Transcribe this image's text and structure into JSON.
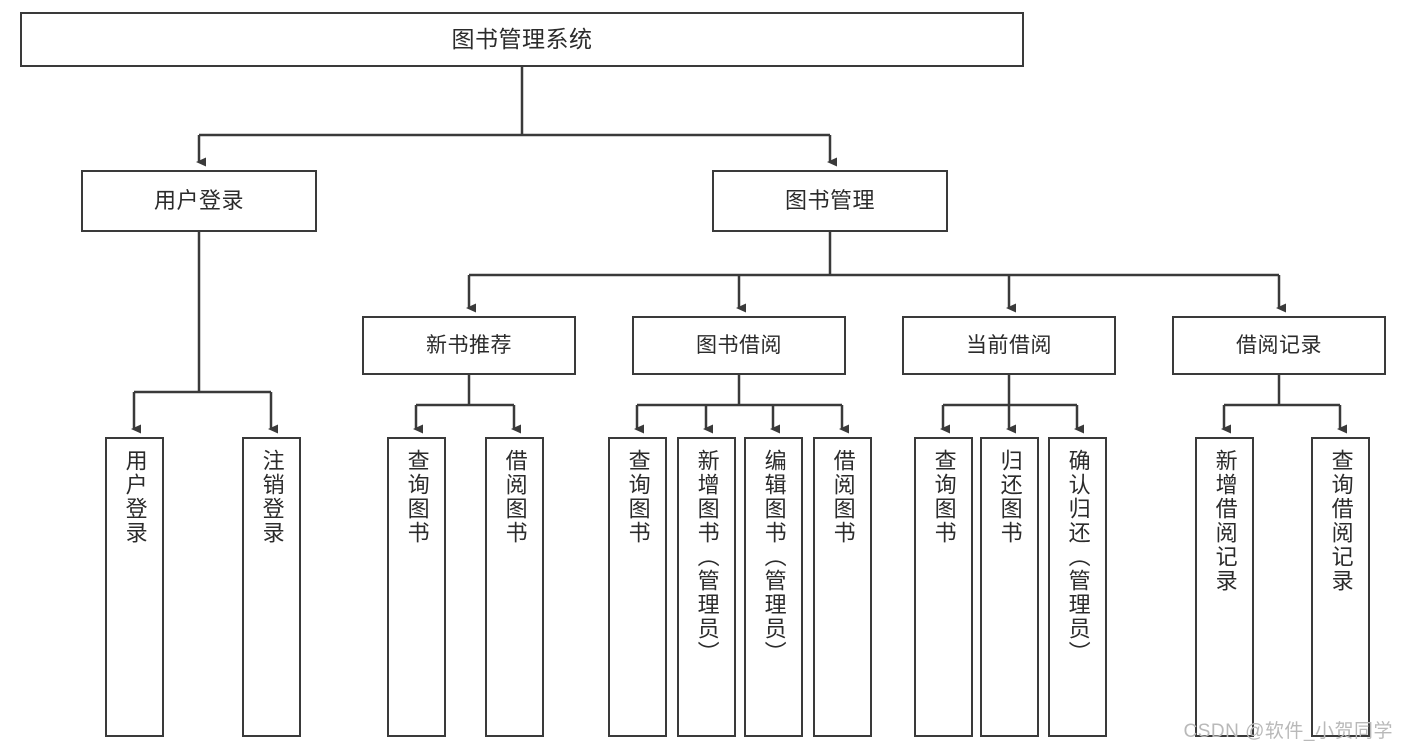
{
  "diagram": {
    "type": "tree",
    "title": "图书管理系统",
    "watermark": "CSDN @软件_小贺同学",
    "stroke_color": "#3a3a3a",
    "fill_color": "#ffffff",
    "text_color": "#2b2b2b"
  },
  "nodes": {
    "root": {
      "label": "图书管理系统"
    },
    "level1": [
      {
        "label": "用户登录"
      },
      {
        "label": "图书管理"
      }
    ],
    "level2": [
      {
        "label": "新书推荐"
      },
      {
        "label": "图书借阅"
      },
      {
        "label": "当前借阅"
      },
      {
        "label": "借阅记录"
      }
    ],
    "leaves_user_login": [
      {
        "label": "用户登录"
      },
      {
        "label": "注销登录"
      }
    ],
    "leaves_new_book": [
      {
        "label": "查询图书"
      },
      {
        "label": "借阅图书"
      }
    ],
    "leaves_borrow": [
      {
        "label": "查询图书"
      },
      {
        "label": "新增图书（管理员）"
      },
      {
        "label": "编辑图书（管理员）"
      },
      {
        "label": "借阅图书"
      }
    ],
    "leaves_current": [
      {
        "label": "查询图书"
      },
      {
        "label": "归还图书"
      },
      {
        "label": "确认归还（管理员）"
      }
    ],
    "leaves_records": [
      {
        "label": "新增借阅记录"
      },
      {
        "label": "查询借阅记录"
      }
    ]
  }
}
